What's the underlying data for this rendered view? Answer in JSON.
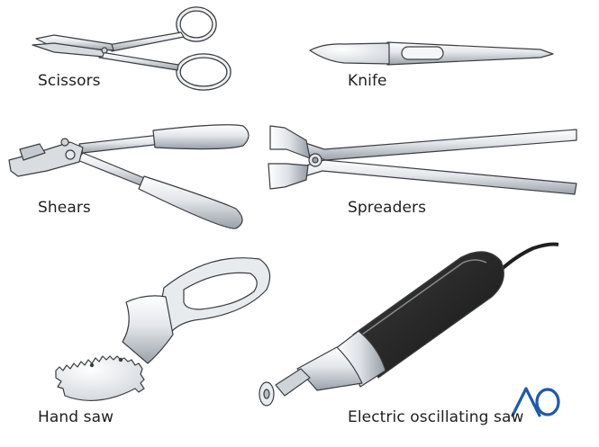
{
  "instruments": {
    "scissors": {
      "label": "Scissors"
    },
    "knife": {
      "label": "Knife"
    },
    "shears": {
      "label": "Shears"
    },
    "spreaders": {
      "label": "Spreaders"
    },
    "hand_saw": {
      "label": "Hand saw"
    },
    "electric_saw": {
      "label": "Electric oscillating saw"
    }
  },
  "logo": {
    "name": "ao-logo",
    "color": "#1e5aa8"
  },
  "colors": {
    "metal_light": "#f2f4f6",
    "metal_mid": "#c9ced4",
    "metal_dark": "#7d858d",
    "outline": "#3a3d41",
    "handle_black": "#2b2b2b"
  }
}
